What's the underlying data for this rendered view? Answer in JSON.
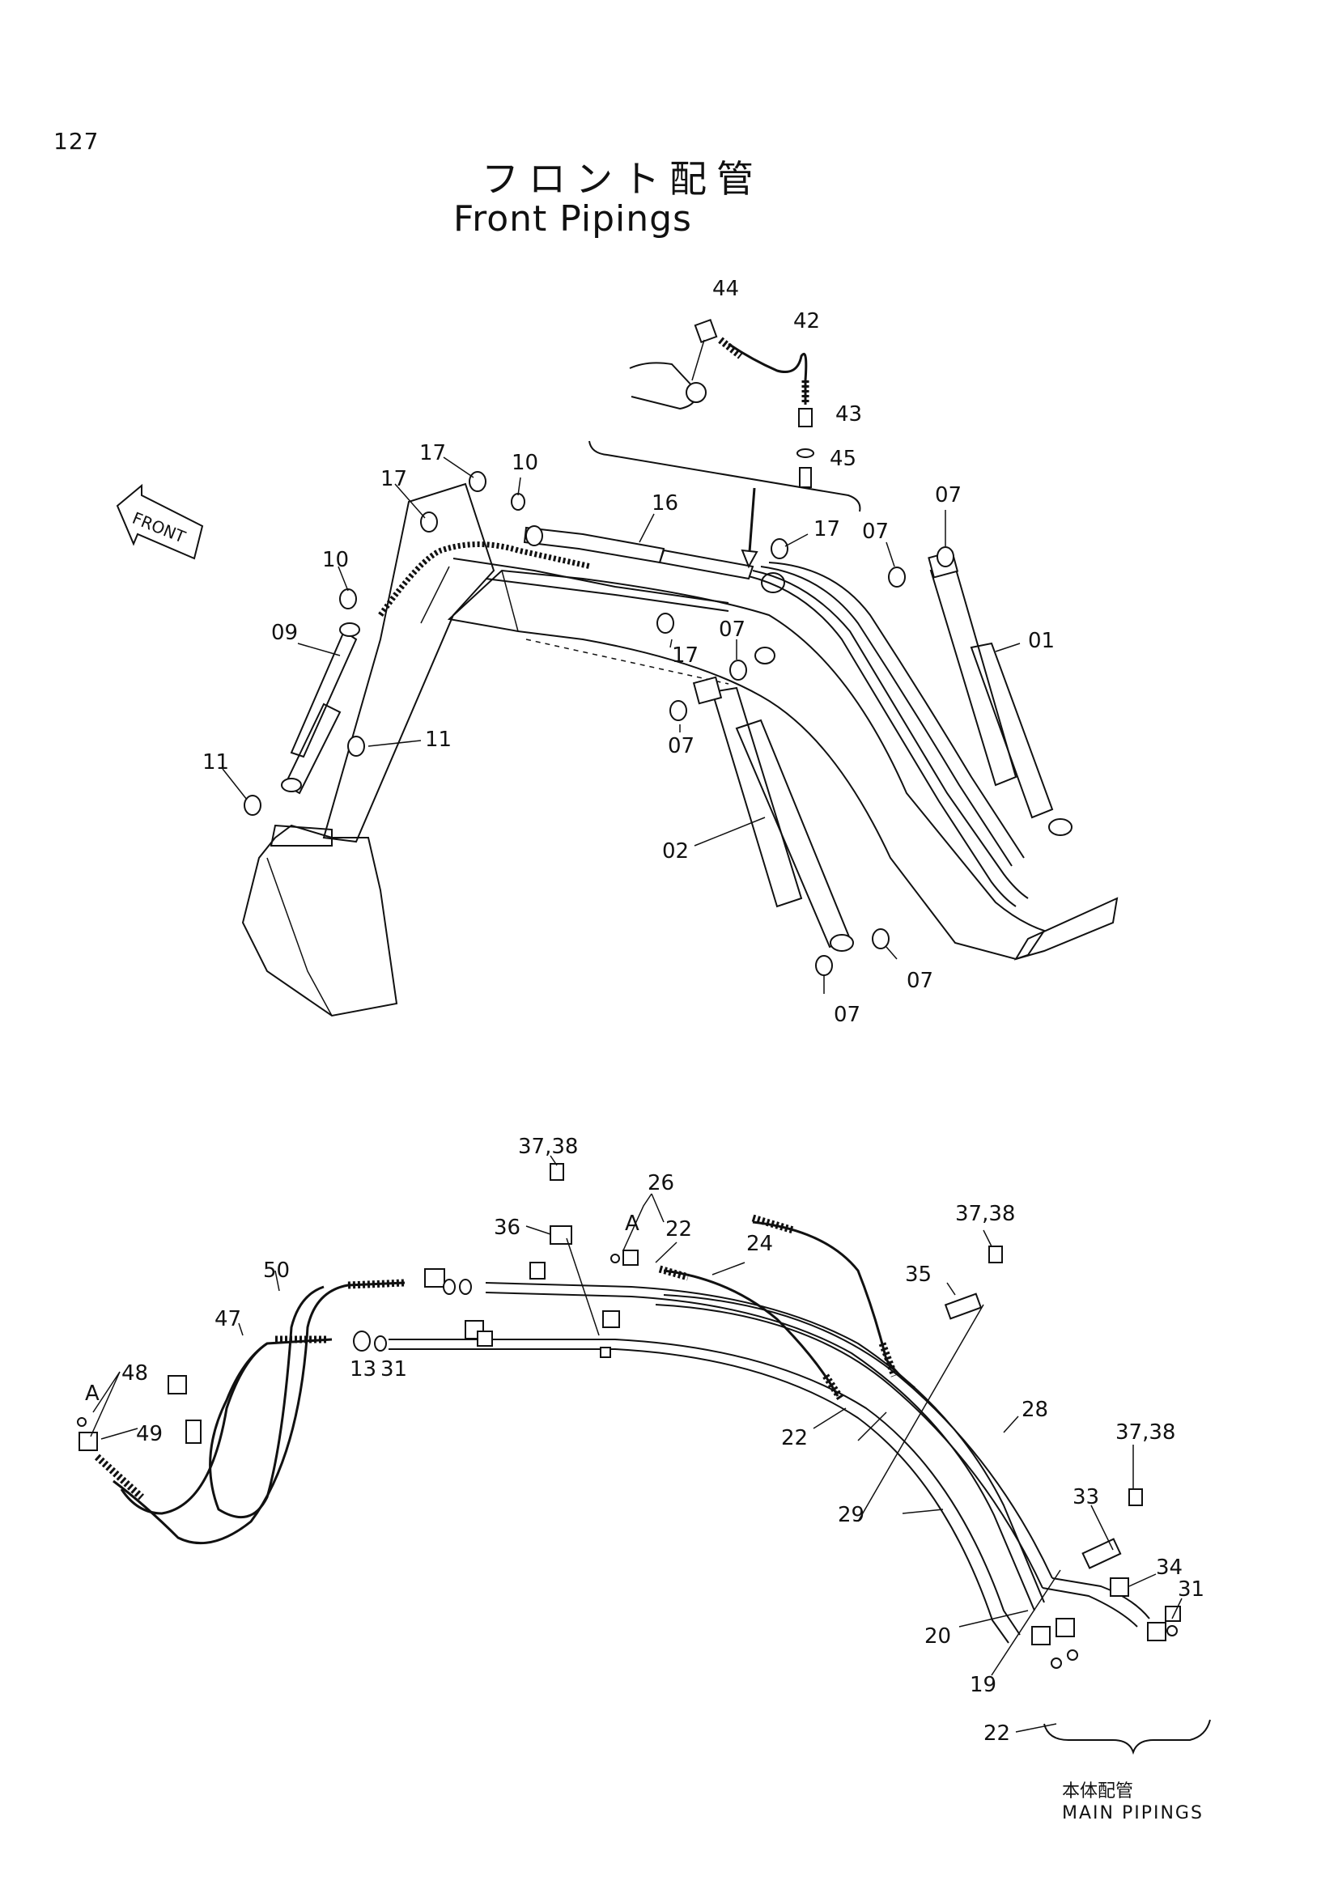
{
  "page_number": "127",
  "title_jp": "フロント配管",
  "title_en": "Front Pipings",
  "front_label": "FRONT",
  "footer": {
    "jp": "本体配管",
    "en": "MAIN PIPINGS"
  },
  "top_labels": {
    "l44": "44",
    "l42": "42",
    "l43": "43",
    "l45": "45",
    "l17a": "17",
    "l17b": "17",
    "l17c": "17",
    "l17d": "17",
    "l10a": "10",
    "l10b": "10",
    "l16": "16",
    "l07a": "07",
    "l07b": "07",
    "l07c": "07",
    "l07d": "07",
    "l07e": "07",
    "l07f": "07",
    "l09": "09",
    "l01": "01",
    "l02": "02",
    "l11a": "11",
    "l11b": "11"
  },
  "bottom_labels": {
    "l3738a": "37,38",
    "l3738b": "37,38",
    "l3738c": "37,38",
    "l26": "26",
    "lA1": "A",
    "lA2": "A",
    "l36": "36",
    "l22a": "22",
    "l22b": "22",
    "l22c": "22",
    "l24": "24",
    "l50": "50",
    "l47": "47",
    "l48": "48",
    "l49": "49",
    "l13": "13",
    "l31a": "31",
    "l31b": "31",
    "l35": "35",
    "l28": "28",
    "l29": "29",
    "l33": "33",
    "l34": "34",
    "l20": "20",
    "l19": "19"
  }
}
